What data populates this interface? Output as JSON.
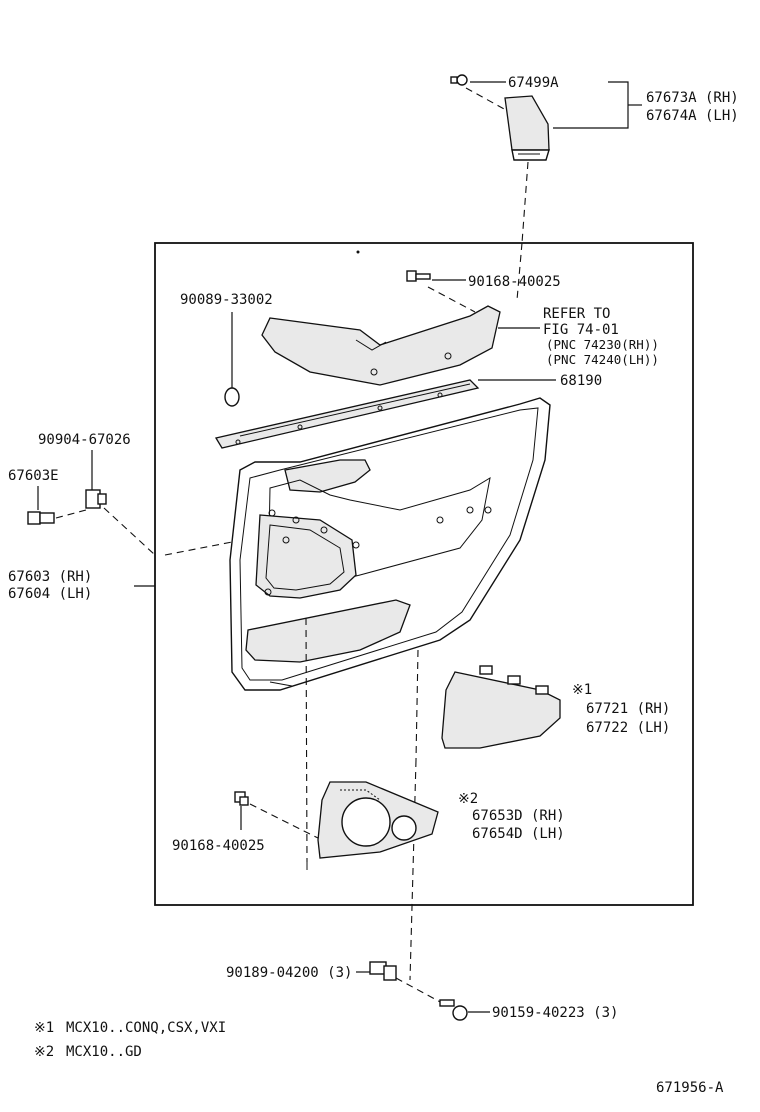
{
  "parts": {
    "screw_67499a": "67499A",
    "cover_rh": "67673A (RH)",
    "cover_lh": "67674A (LH)",
    "screw_top": "90168-40025",
    "armrest_code": "90089-33002",
    "refer_1": "REFER TO",
    "refer_2": "FIG 74-01",
    "refer_3": "(PNC 74230(RH))",
    "refer_4": "(PNC 74240(LH))",
    "weatherstrip": "68190",
    "clip_top": "90904-67026",
    "clip_left": "67603E",
    "board_rh": "67603 (RH)",
    "board_lh": "67604 (LH)",
    "pocket_mark": "※1",
    "pocket_rh": "67721 (RH)",
    "pocket_lh": "67722 (LH)",
    "speaker_mark": "※2",
    "speaker_rh": "67653D (RH)",
    "speaker_lh": "67654D (LH)",
    "screw_bottom": "90168-40025",
    "clip_bottom": "90189-04200 (3)",
    "screw_bottom_right": "90159-40223 (3)"
  },
  "notes": {
    "note1_mark": "※1",
    "note1_text": "MCX10..CONQ,CSX,VXI",
    "note2_mark": "※2",
    "note2_text": "MCX10..GD"
  },
  "figure_id": "671956-A"
}
